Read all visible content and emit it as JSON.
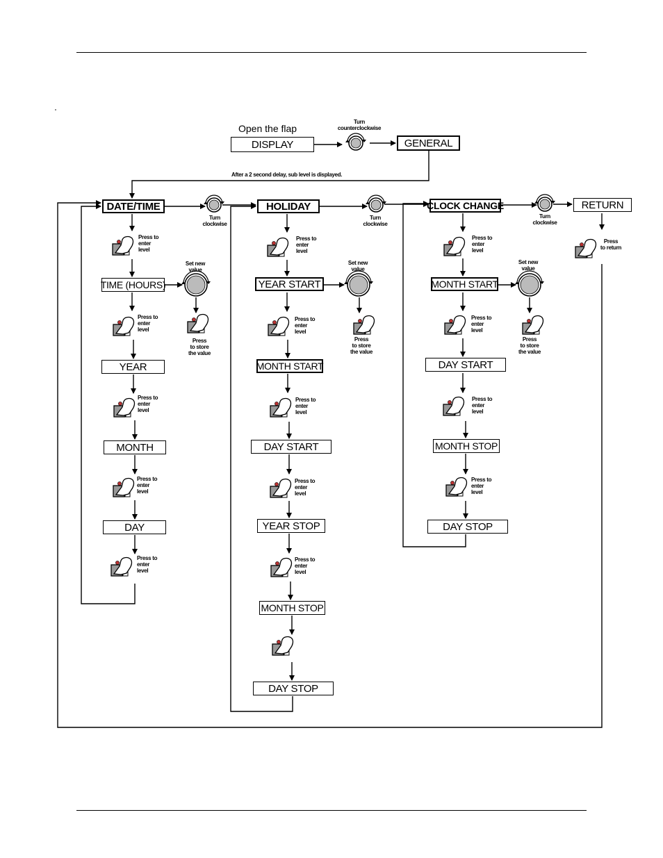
{
  "header": {
    "open_flap": "Open the flap",
    "turn_ccw": "Turn\ncounterclockwise",
    "delay_note": "After a 2 second delay, sub level is displayed."
  },
  "boxes": {
    "display": "DISPLAY",
    "general": "GENERAL",
    "date_time": "DATE/TIME",
    "holiday": "HOLIDAY",
    "clock_change": "CLOCK CHANGE",
    "return": "RETURN",
    "dt_time_hours": "TIME (HOURS)",
    "dt_year": "YEAR",
    "dt_month": "MONTH",
    "dt_day": "DAY",
    "h_year_start": "YEAR START",
    "h_month_start": "MONTH START",
    "h_day_start": "DAY START",
    "h_year_stop": "YEAR STOP",
    "h_month_stop": "MONTH STOP",
    "h_day_stop": "DAY STOP",
    "c_month_start": "MONTH START",
    "c_day_start": "DAY START",
    "c_month_stop": "MONTH STOP",
    "c_day_stop": "DAY STOP"
  },
  "labels": {
    "turn_clockwise": "Turn\nclockwise",
    "press_to_enter": "Press to\nenter\nlevel",
    "set_new_value": "Set new\nvalue",
    "press_to_store": "Press\nto store\nthe value",
    "press_to_return": "Press\nto return"
  },
  "icons": [
    "dial-icon",
    "dial-large-icon",
    "hand-press-icon",
    "arrow-icon"
  ]
}
